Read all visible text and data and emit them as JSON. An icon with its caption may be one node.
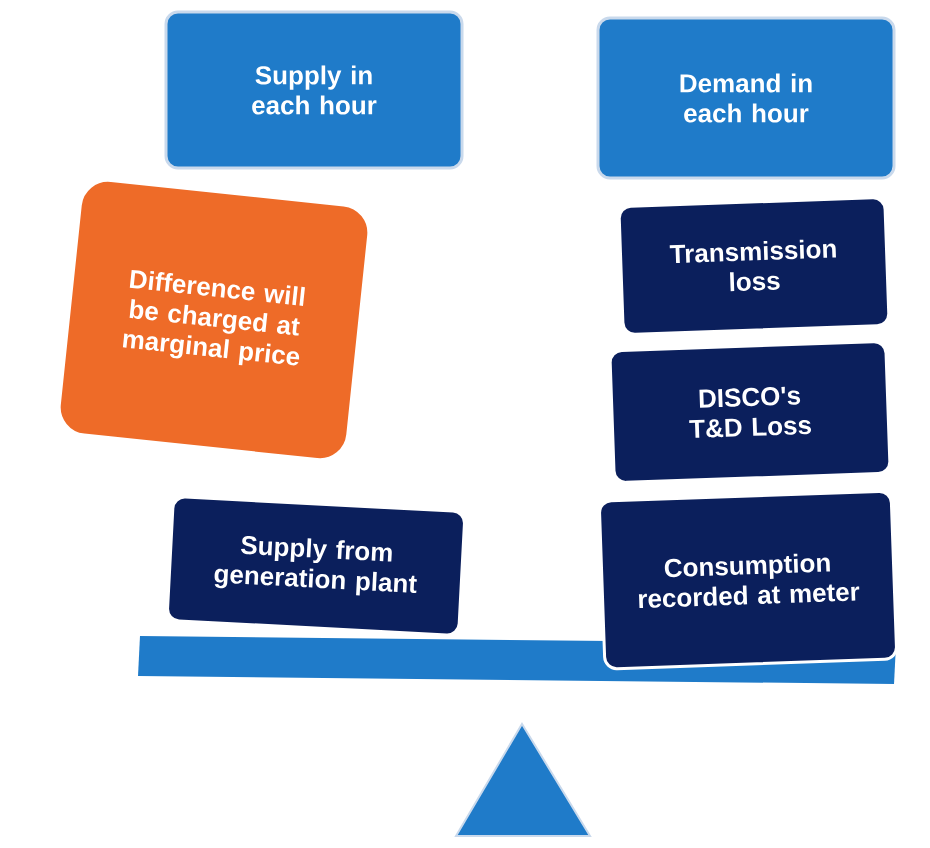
{
  "diagram": {
    "nodes": [
      {
        "text": [
          "Supply in each hour"
        ]
      },
      {
        "text": [
          "Demand in each hour"
        ]
      },
      {
        "text": [
          "Difference will be charged at marginal price"
        ]
      },
      {
        "text": [
          "Transmission loss"
        ]
      },
      {
        "text": [
          "DISCO's T&D Loss"
        ]
      },
      {
        "text": [
          "Consumption recorded at meter"
        ]
      },
      {
        "text": [
          "Supply from generation plant"
        ]
      }
    ]
  }
}
